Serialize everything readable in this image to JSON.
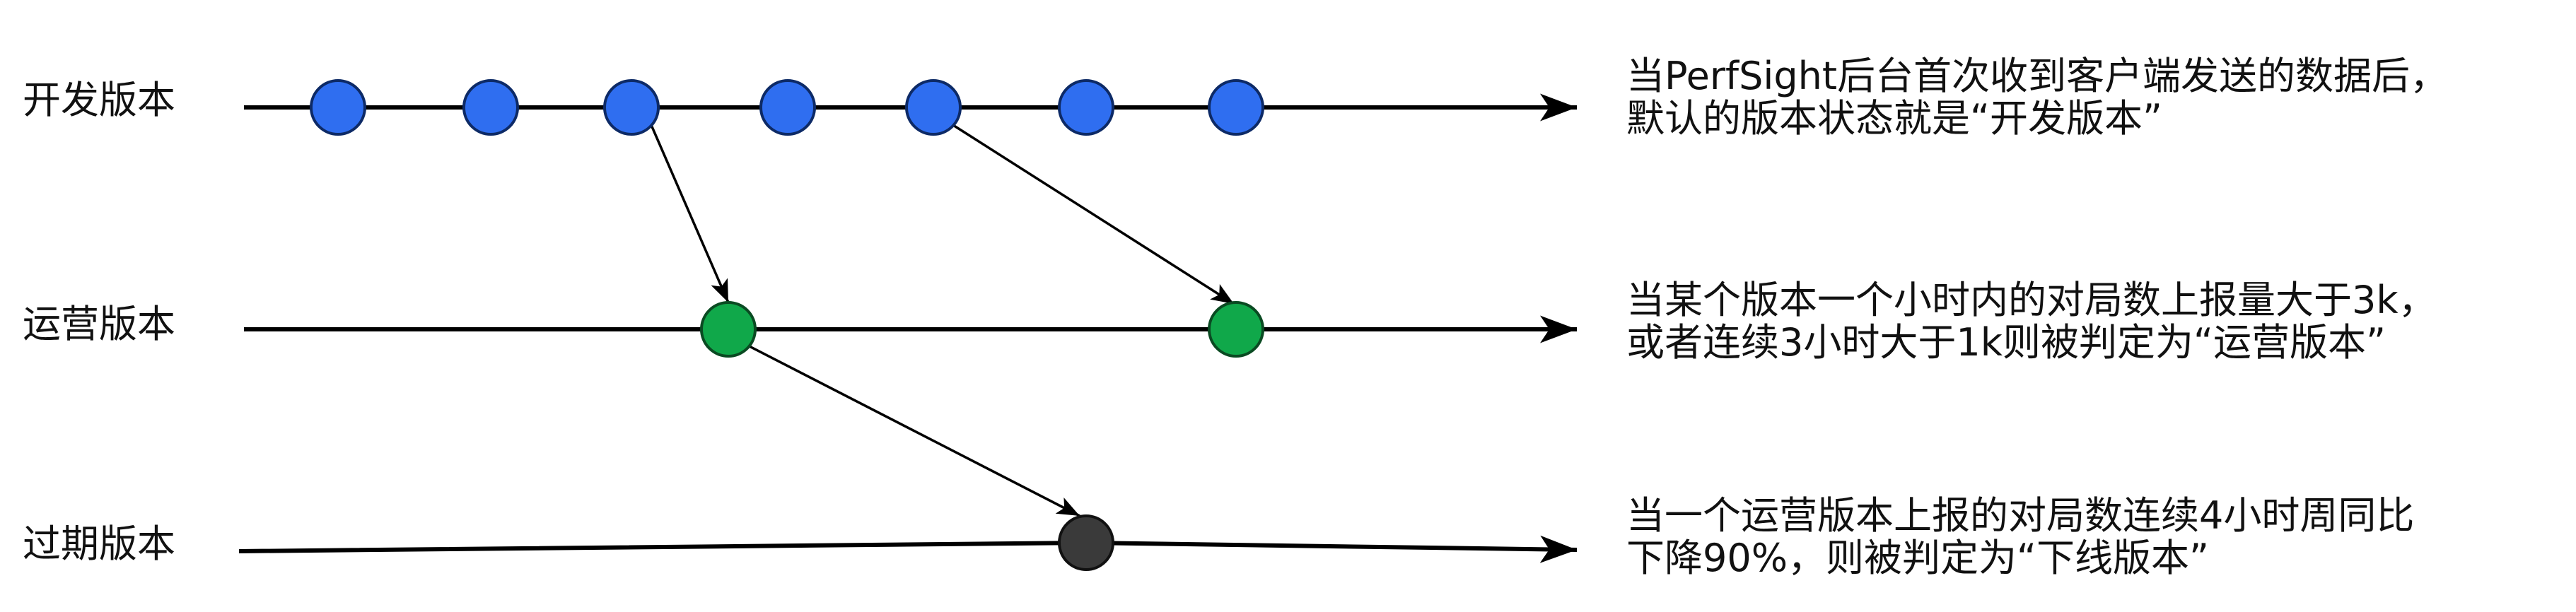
{
  "lanes": [
    {
      "label": "开发版本",
      "color": "#2f6ef0",
      "description": [
        "当PerfSight后台首次收到客户端发送的数据后，",
        "默认的版本状态就是“开发版本”"
      ]
    },
    {
      "label": "运营版本",
      "color": "#10a84a",
      "description": [
        "当某个版本一个小时内的对局数上报量大于3k，",
        "或者连续3小时大于1k则被判定为“运营版本”"
      ]
    },
    {
      "label": "过期版本",
      "color": "#3a3a3a",
      "description": [
        "当一个运营版本上报的对局数连续4小时周同比",
        "下降90%，则被判定为“下线版本”"
      ]
    }
  ],
  "transitions": [
    {
      "from_lane": 0,
      "from_node": 2,
      "to_lane": 1,
      "to_node": 0
    },
    {
      "from_lane": 0,
      "from_node": 4,
      "to_lane": 1,
      "to_node": 1
    },
    {
      "from_lane": 1,
      "from_node": 0,
      "to_lane": 2,
      "to_node": 0
    }
  ],
  "line_color": "#000000"
}
